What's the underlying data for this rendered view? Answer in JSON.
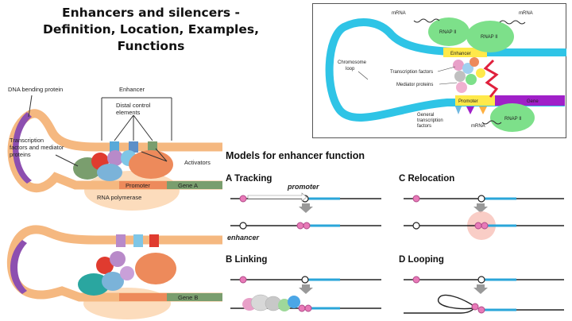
{
  "title": {
    "line1": "Enhancers and silencers -",
    "line2": "Definition, Location, Examples,",
    "line3": "Functions"
  },
  "diagram_a": {
    "dna_bending_protein": "DNA bending protein",
    "enhancer": "Enhancer",
    "distal_control_1": "Distal control",
    "distal_control_2": "elements",
    "tf_1": "Transcription",
    "tf_2": "factors and mediator",
    "tf_3": "proteins",
    "activators": "Activators",
    "promoter": "Promoter",
    "gene_a": "Gene A",
    "rna_polymerase": "RNA polymerase"
  },
  "diagram_b": {
    "gene_b": "Gene B"
  },
  "loop_diagram": {
    "mrna_1": "mRNA",
    "mrna_2": "mRNA",
    "mrna_3": "mRNA",
    "rnap_1": "RNAP II",
    "rnap_2": "RNAP II",
    "rnap_3": "RNAP II",
    "chromosome_1": "Chromosome",
    "chromosome_2": "loop",
    "enhancer": "Enhancer",
    "transcription_factors": "Transcription factors",
    "mediator_proteins": "Mediator proteins",
    "promoter": "Promoter",
    "gene": "Gene",
    "general_1": "General",
    "general_2": "transcription",
    "general_3": "factors"
  },
  "models": {
    "heading": "Models for enhancer function",
    "a": "A  Tracking",
    "b": "B  Linking",
    "c": "C  Relocation",
    "d": "D  Looping",
    "promoter": "promoter",
    "enhancer": "enhancer"
  },
  "colors": {
    "dna": "#f5b880",
    "loop_dna": "#2fc4e6",
    "gene": "#7a9e6e",
    "promoter": "#ed8a5b",
    "enhancer_bar": "#ffe94a",
    "gene_bar": "#a020c8",
    "rnap_green": "#7de08a",
    "model_blue": "#2aa6d9",
    "model_pink": "#e87ab8"
  }
}
